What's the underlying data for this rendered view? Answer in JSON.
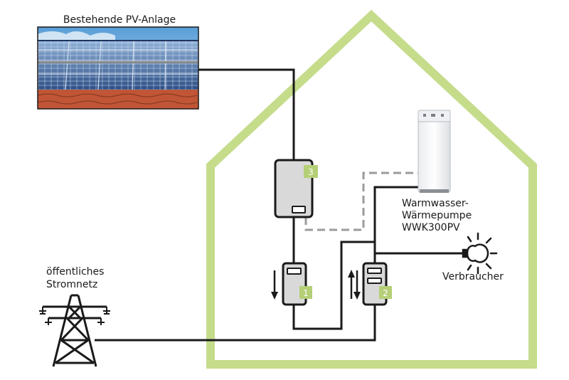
{
  "labels": {
    "pv_system": "Bestehende PV-Anlage",
    "heat_pump_line1": "Warmwasser-",
    "heat_pump_line2": "Wärmepumpe",
    "heat_pump_line3": "WWK300PV",
    "consumer": "Verbraucher",
    "grid_line1": "öffentliches",
    "grid_line2": "Stromnetz"
  },
  "device_numbers": {
    "inverter": "3",
    "meter_1": "1",
    "meter_2": "2"
  },
  "colors": {
    "house_outline": "#c5dc8b",
    "number_badge": "#b5cf76",
    "line": "#1a1a1a",
    "data_line": "#9b9b9b",
    "device_fill": "#d9d9d9"
  },
  "icons": {
    "pv": "solar-roof-photo",
    "grid": "power-pylon-icon",
    "consumer": "light-bulb-icon",
    "heat_pump": "heat-pump-tank-icon"
  }
}
